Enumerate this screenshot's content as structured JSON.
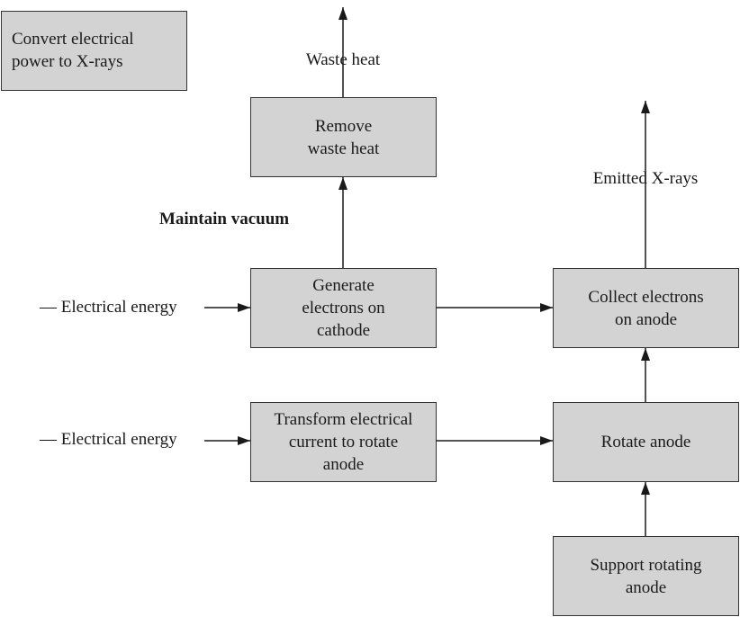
{
  "title": "Convert electrical\npower to X-rays",
  "boxes": {
    "remove_waste_heat": "Remove\nwaste heat",
    "generate_electrons": "Generate\nelectrons on\ncathode",
    "collect_electrons": "Collect electrons\non anode",
    "transform_current": "Transform electrical\ncurrent to rotate\nanode",
    "rotate_anode": "Rotate anode",
    "support_anode": "Support rotating\nanode"
  },
  "labels": {
    "waste_heat": "Waste heat",
    "emitted_xrays": "Emitted X-rays",
    "maintain_vacuum": "Maintain vacuum",
    "electrical_energy_1": "— Electrical energy",
    "electrical_energy_2": "— Electrical energy"
  },
  "colors": {
    "box_fill": "#d3d3d3",
    "box_border": "#333333",
    "arrow": "#1a1a1a"
  }
}
